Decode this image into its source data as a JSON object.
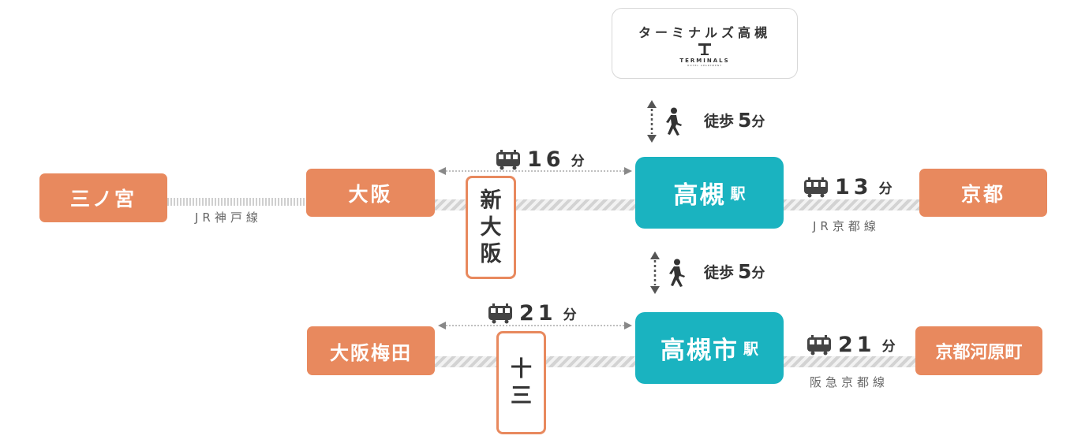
{
  "colors": {
    "orange": "#e8895e",
    "teal": "#1ab3c0",
    "line_gray": "#cfcfcf",
    "text": "#333333"
  },
  "hotel": {
    "name": "ターミナルズ高槻",
    "logo_letter": "T",
    "logo_word": "TERMINALS",
    "logo_sub": "HOTEL APARTMENT"
  },
  "stations": {
    "sannomiya": "三ノ宮",
    "osaka": "大阪",
    "shin_osaka": [
      "新",
      "大",
      "阪"
    ],
    "takatsuki": {
      "name": "高槻",
      "suffix": "駅"
    },
    "kyoto": "京都",
    "osaka_umeda": "大阪梅田",
    "juso": [
      "十",
      "三"
    ],
    "takatsukishi": {
      "name": "高槻市",
      "suffix": "駅"
    },
    "kyoto_kawaramachi": "京都河原町"
  },
  "lines": {
    "jr_kobe": "JR神戸線",
    "jr_kyoto": "JR京都線",
    "hankyu_kyoto": "阪急京都線"
  },
  "times": {
    "osaka_takatsuki": {
      "value": "16",
      "unit": "分"
    },
    "takatsuki_kyoto": {
      "value": "13",
      "unit": "分"
    },
    "umeda_takatsukishi": {
      "value": "21",
      "unit": "分"
    },
    "takatsukishi_kawaramachi": {
      "value": "21",
      "unit": "分"
    }
  },
  "walks": {
    "top": {
      "label": "徒歩",
      "value": "5",
      "unit": "分"
    },
    "bottom": {
      "label": "徒歩",
      "value": "5",
      "unit": "分"
    }
  },
  "icons": [
    "train-icon",
    "walking-person-icon",
    "double-arrow-icon"
  ]
}
